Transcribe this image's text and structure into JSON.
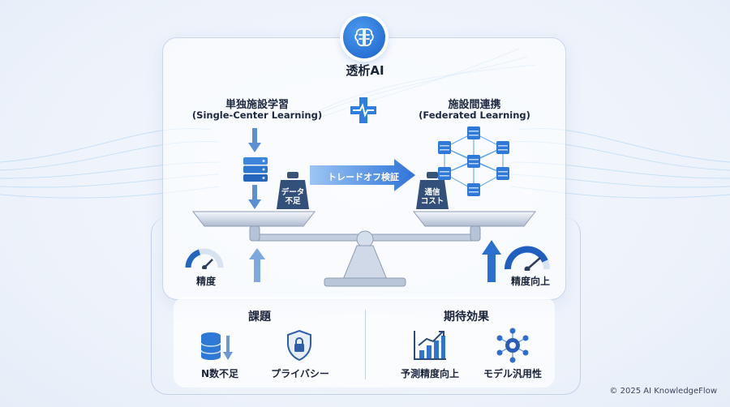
{
  "header": {
    "title": "透析AI"
  },
  "left": {
    "title": "単独施設学習",
    "subtitle": "(Single-Center Learning)",
    "weight_label_line1": "データ",
    "weight_label_line2": "不足",
    "gauge_label": "精度"
  },
  "right": {
    "title": "施設間連携",
    "subtitle": "(Federated Learning)",
    "weight_label_line1": "通信",
    "weight_label_line2": "コスト",
    "gauge_label": "精度向上"
  },
  "center": {
    "banner": "トレードオフ検証"
  },
  "challenges": {
    "title": "課題",
    "items": [
      {
        "label": "N数不足",
        "icon": "database-down-icon"
      },
      {
        "label": "プライバシー",
        "icon": "shield-lock-icon"
      }
    ]
  },
  "expected": {
    "title": "期待効果",
    "items": [
      {
        "label": "予測精度向上",
        "icon": "bar-chart-up-icon"
      },
      {
        "label": "モデル汎用性",
        "icon": "network-gear-icon"
      }
    ]
  },
  "footer": {
    "copyright": "© 2025 AI KnowledgeFlow"
  },
  "colors": {
    "primary": "#1f6fd6",
    "dark": "#274a7e",
    "accent": "#3fa0f0"
  }
}
